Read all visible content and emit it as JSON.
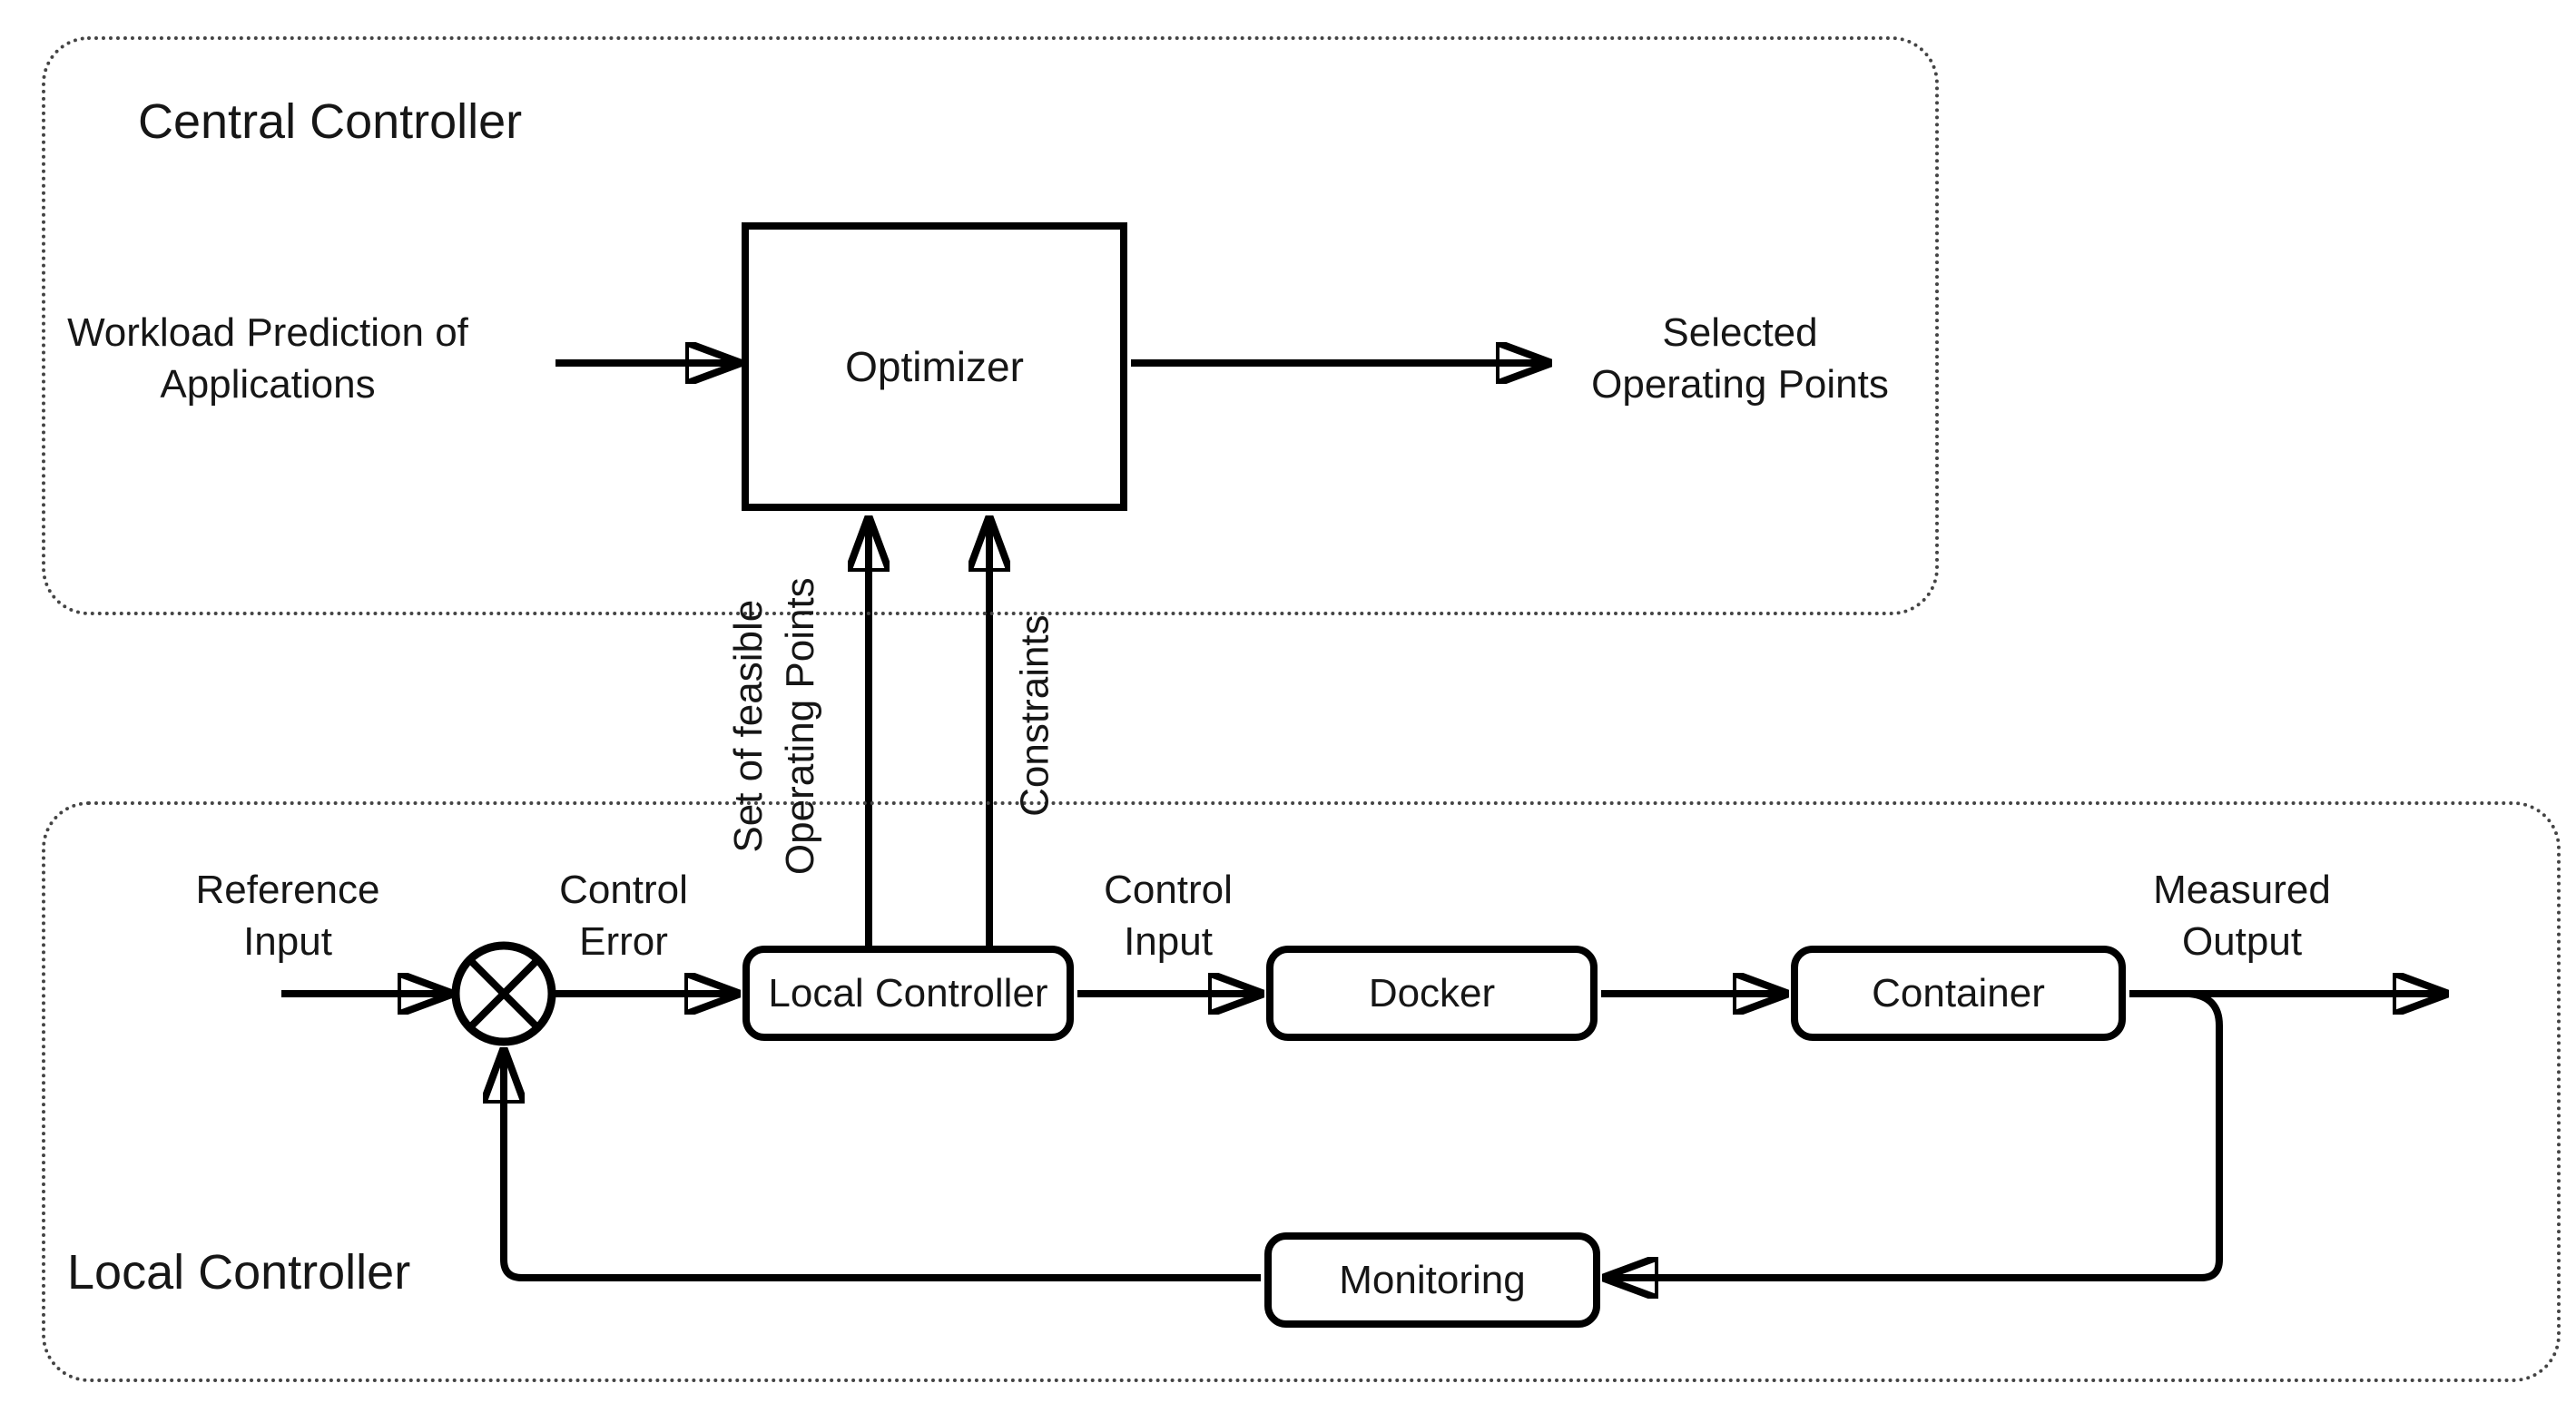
{
  "title": "Two-level container control architecture diagram",
  "colors": {
    "background": "#ffffff",
    "line": "#000000",
    "text": "#161616",
    "dotted_border": "#444444"
  },
  "groups": {
    "central": {
      "label": "Central Controller"
    },
    "local": {
      "label": "Local Controller"
    }
  },
  "nodes": {
    "optimizer": "Optimizer",
    "local_controller": "Local Controller",
    "docker": "Docker",
    "container": "Container",
    "monitoring": "Monitoring"
  },
  "edge_labels": {
    "workload": "Workload Prediction of\nApplications",
    "selected": "Selected\nOperating Points",
    "feasible": "Set of feasible\nOperating Points",
    "constraints": "Constraints",
    "reference": "Reference\nInput",
    "control_error": "Control\nError",
    "control_input": "Control\nInput",
    "measured_output": "Measured\nOutput"
  }
}
